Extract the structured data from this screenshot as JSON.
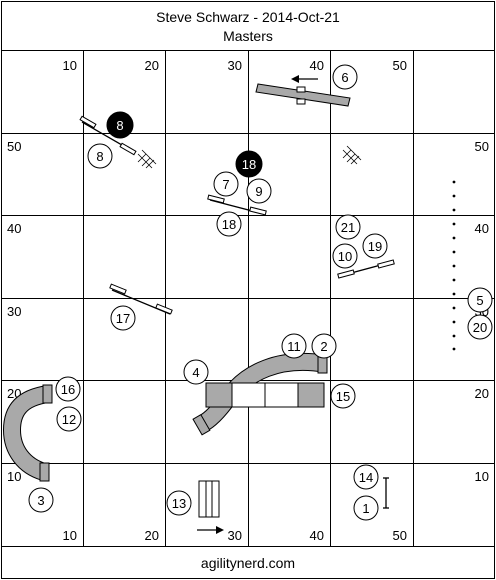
{
  "header": {
    "title": "Steve Schwarz - 2014-Oct-21",
    "subtitle": "Masters"
  },
  "footer": {
    "credit": "agilitynerd.com"
  },
  "grid": {
    "top_labels": [
      "10",
      "20",
      "30",
      "40",
      "50"
    ],
    "bottom_labels": [
      "10",
      "20",
      "30",
      "40",
      "50"
    ],
    "left_labels": [
      "50",
      "40",
      "30",
      "20",
      "10"
    ],
    "right_labels": [
      "50",
      "40",
      "30",
      "20",
      "10"
    ]
  },
  "numbers": {
    "n1": "1",
    "n2": "2",
    "n3": "3",
    "n4": "4",
    "n5": "5",
    "n6": "6",
    "n7": "7",
    "n8": "8",
    "n8b": "8",
    "n9": "9",
    "n10": "10",
    "n11": "11",
    "n12": "12",
    "n13": "13",
    "n14": "14",
    "n15": "15",
    "n16": "16",
    "n17": "17",
    "n18": "18",
    "n18b": "18",
    "n19": "19",
    "n20": "20",
    "n21": "21"
  },
  "colors": {
    "equipment_gray": "#a9a9a9",
    "start_marker": "#000000"
  }
}
